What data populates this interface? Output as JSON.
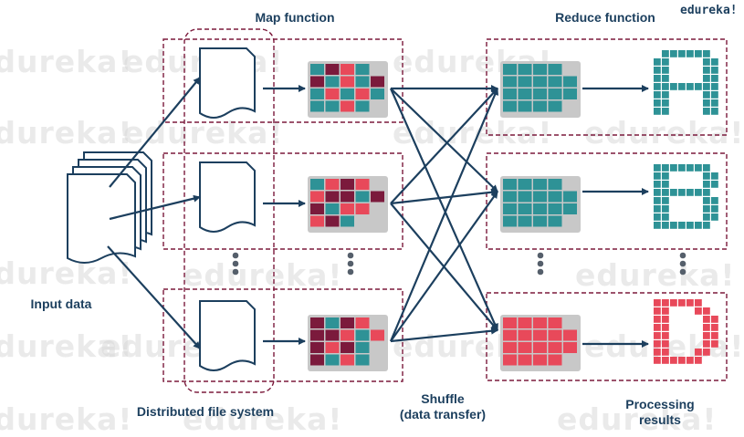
{
  "labels": {
    "map_function": "Map function",
    "reduce_function": "Reduce function",
    "input_data": "Input data",
    "distributed_fs": "Distributed file system",
    "shuffle_line1": "Shuffle",
    "shuffle_line2": "(data transfer)",
    "processing_line1": "Processing",
    "processing_line2": "results"
  },
  "logo": "edureka!",
  "watermark": "edureka!",
  "colors": {
    "navy": "#1c3f5e",
    "maroon": "#7b1a3c",
    "teal": "#2e9296",
    "red": "#e8495a",
    "panel": "#c8c8c8",
    "dashed": "#7b1a3c"
  },
  "result_letters": [
    "A",
    "B",
    "D"
  ]
}
